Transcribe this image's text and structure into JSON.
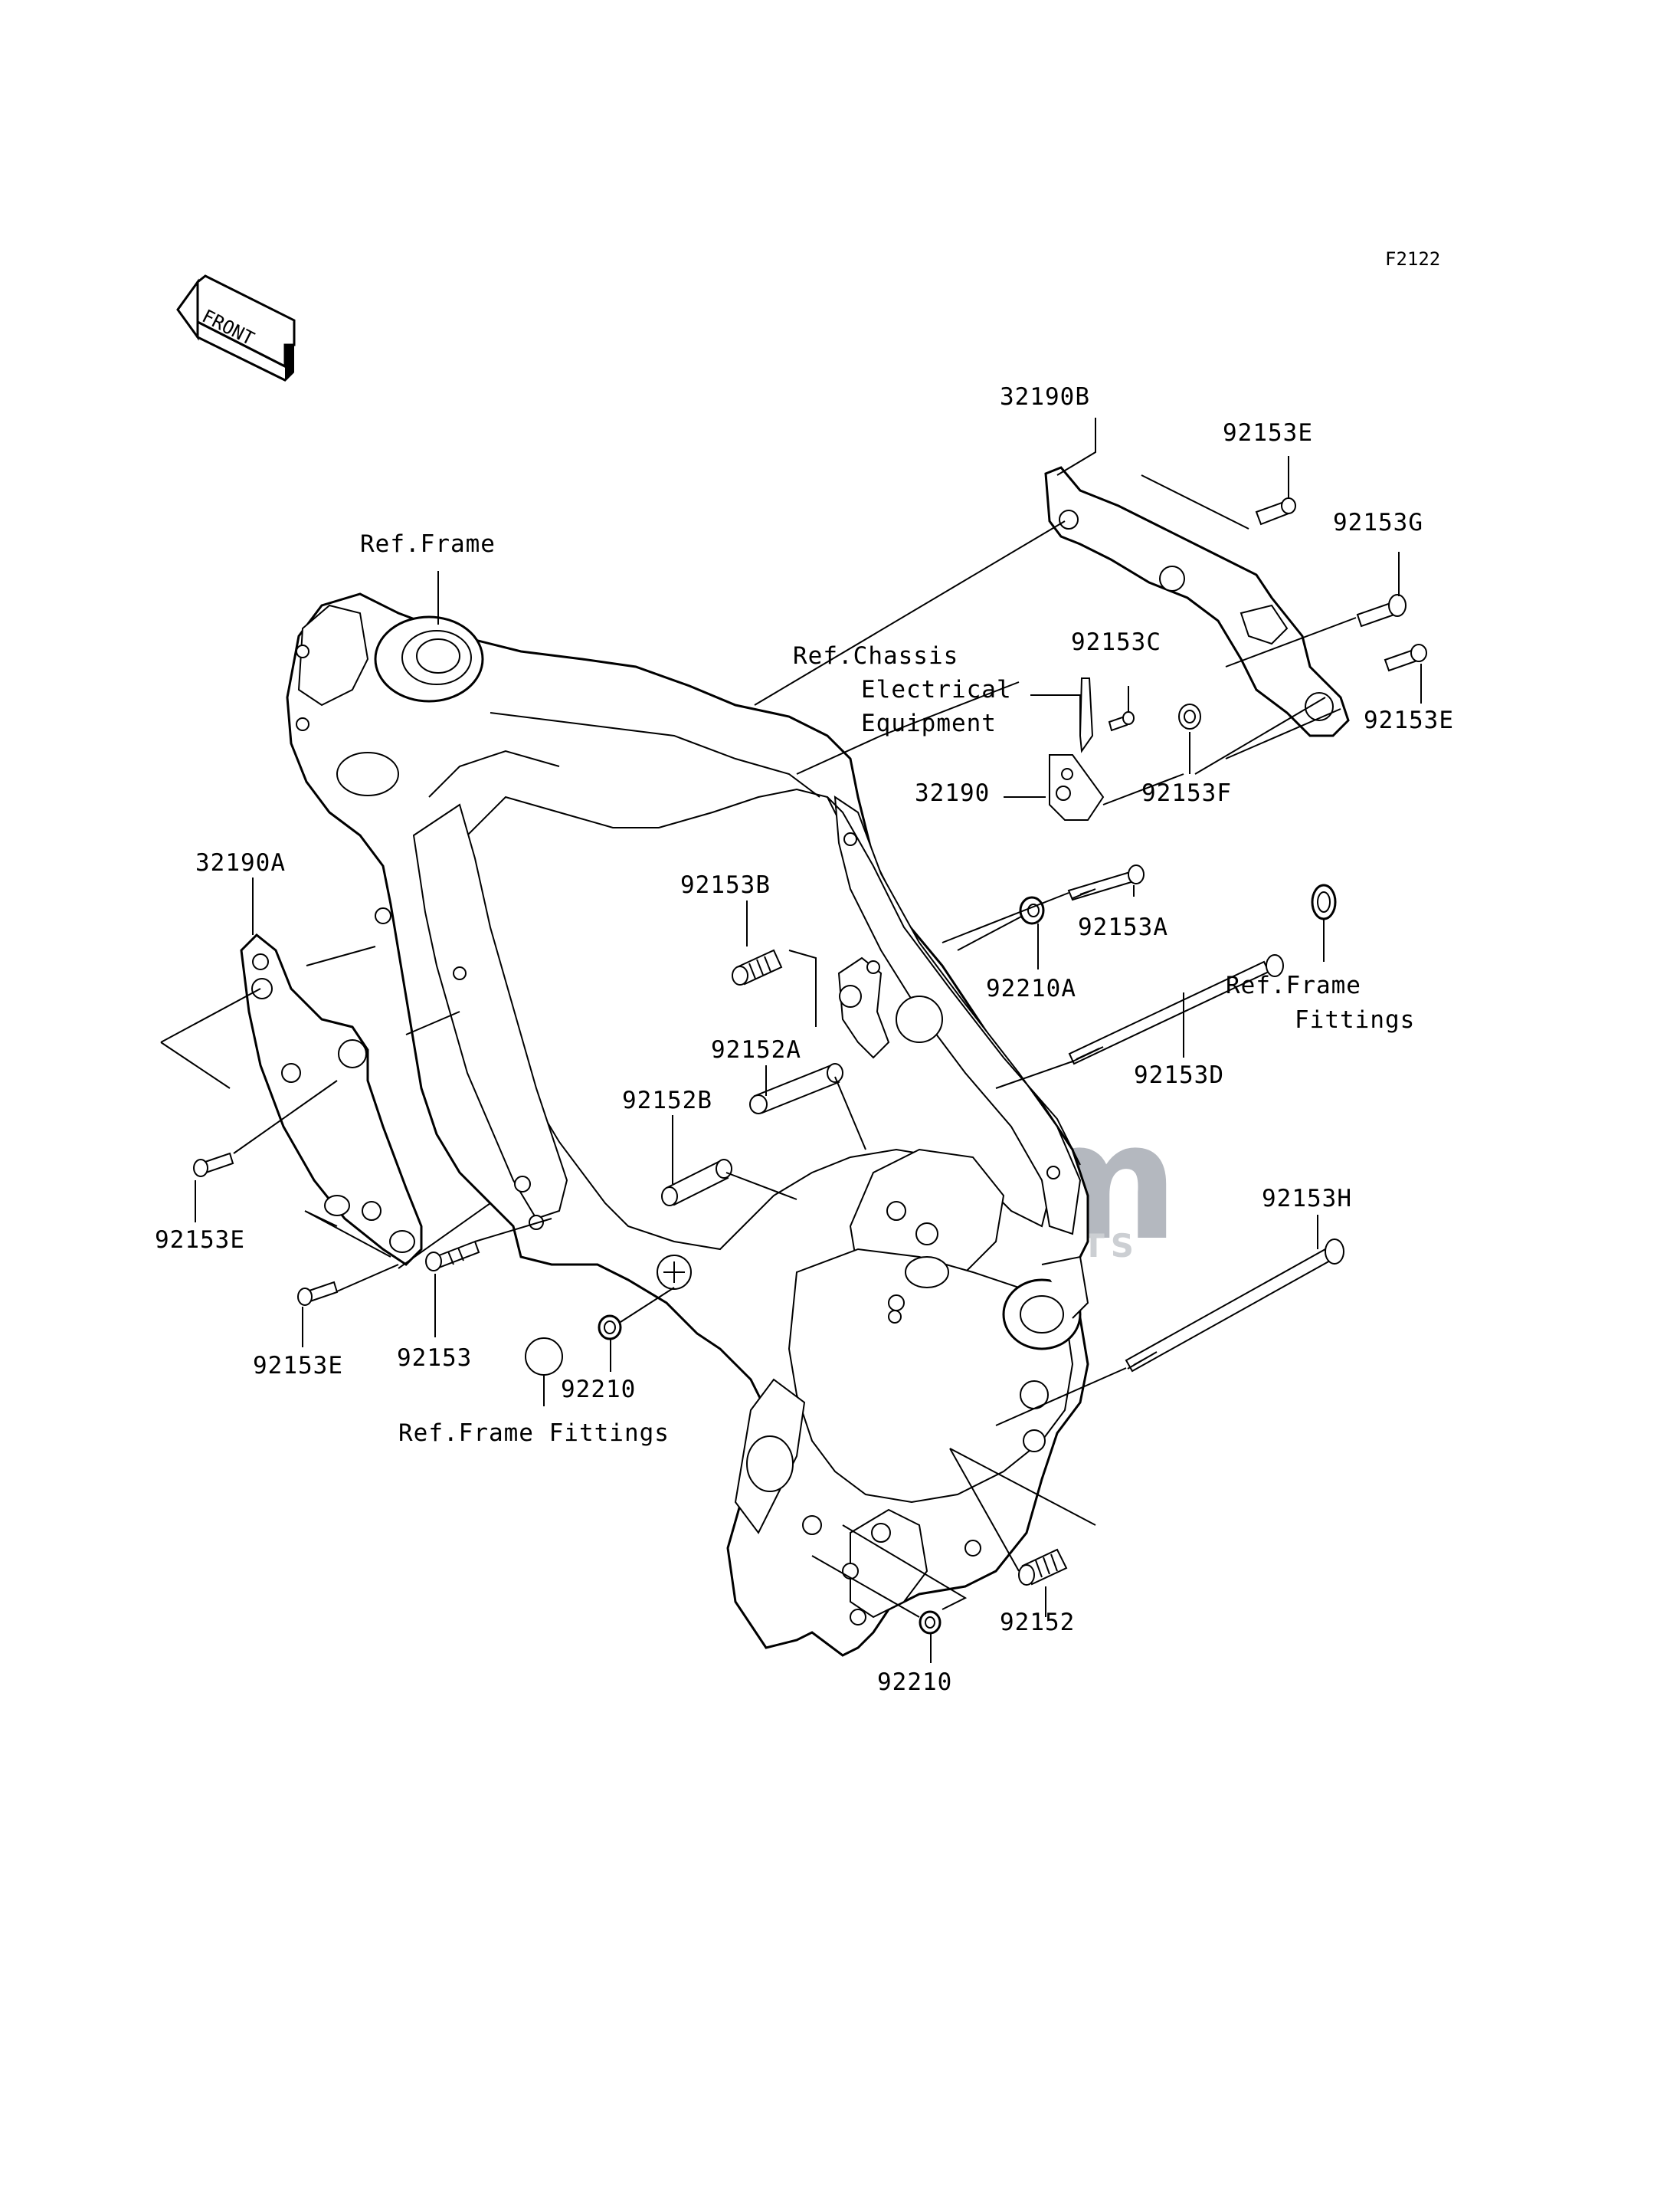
{
  "diagram_code": "F2122",
  "front_badge": "FRONT",
  "watermark": {
    "main": "ssm",
    "sub": "MOTORPARTS",
    "colors": {
      "main": "#a8acb4",
      "globe": "#3c6fb5",
      "globe_light": "#7aa7dc"
    }
  },
  "callouts": {
    "c32190B": "32190B",
    "c92153E_top": "92153E",
    "c92153G": "92153G",
    "c92153C": "92153C",
    "c92153E_right": "92153E",
    "c32190": "32190",
    "c92153F": "92153F",
    "c92153B": "92153B",
    "c92153A": "92153A",
    "c92210A": "92210A",
    "c92153D": "92153D",
    "c92152A": "92152A",
    "c92152B": "92152B",
    "c92153H": "92153H",
    "c32190A": "32190A",
    "c92153E_left": "92153E",
    "c92153": "92153",
    "c92153E_bottom": "92153E",
    "c92210": "92210",
    "c92210_bottom": "92210",
    "c92152": "92152"
  },
  "references": {
    "ref_frame": "Ref.Frame",
    "ref_chassis_line1": "Ref.Chassis",
    "ref_chassis_line2": "Electrical",
    "ref_chassis_line3": "Equipment",
    "ref_frame_fittings_right_line1": "Ref.Frame",
    "ref_frame_fittings_right_line2": "Fittings",
    "ref_frame_fittings_left": "Ref.Frame Fittings"
  }
}
